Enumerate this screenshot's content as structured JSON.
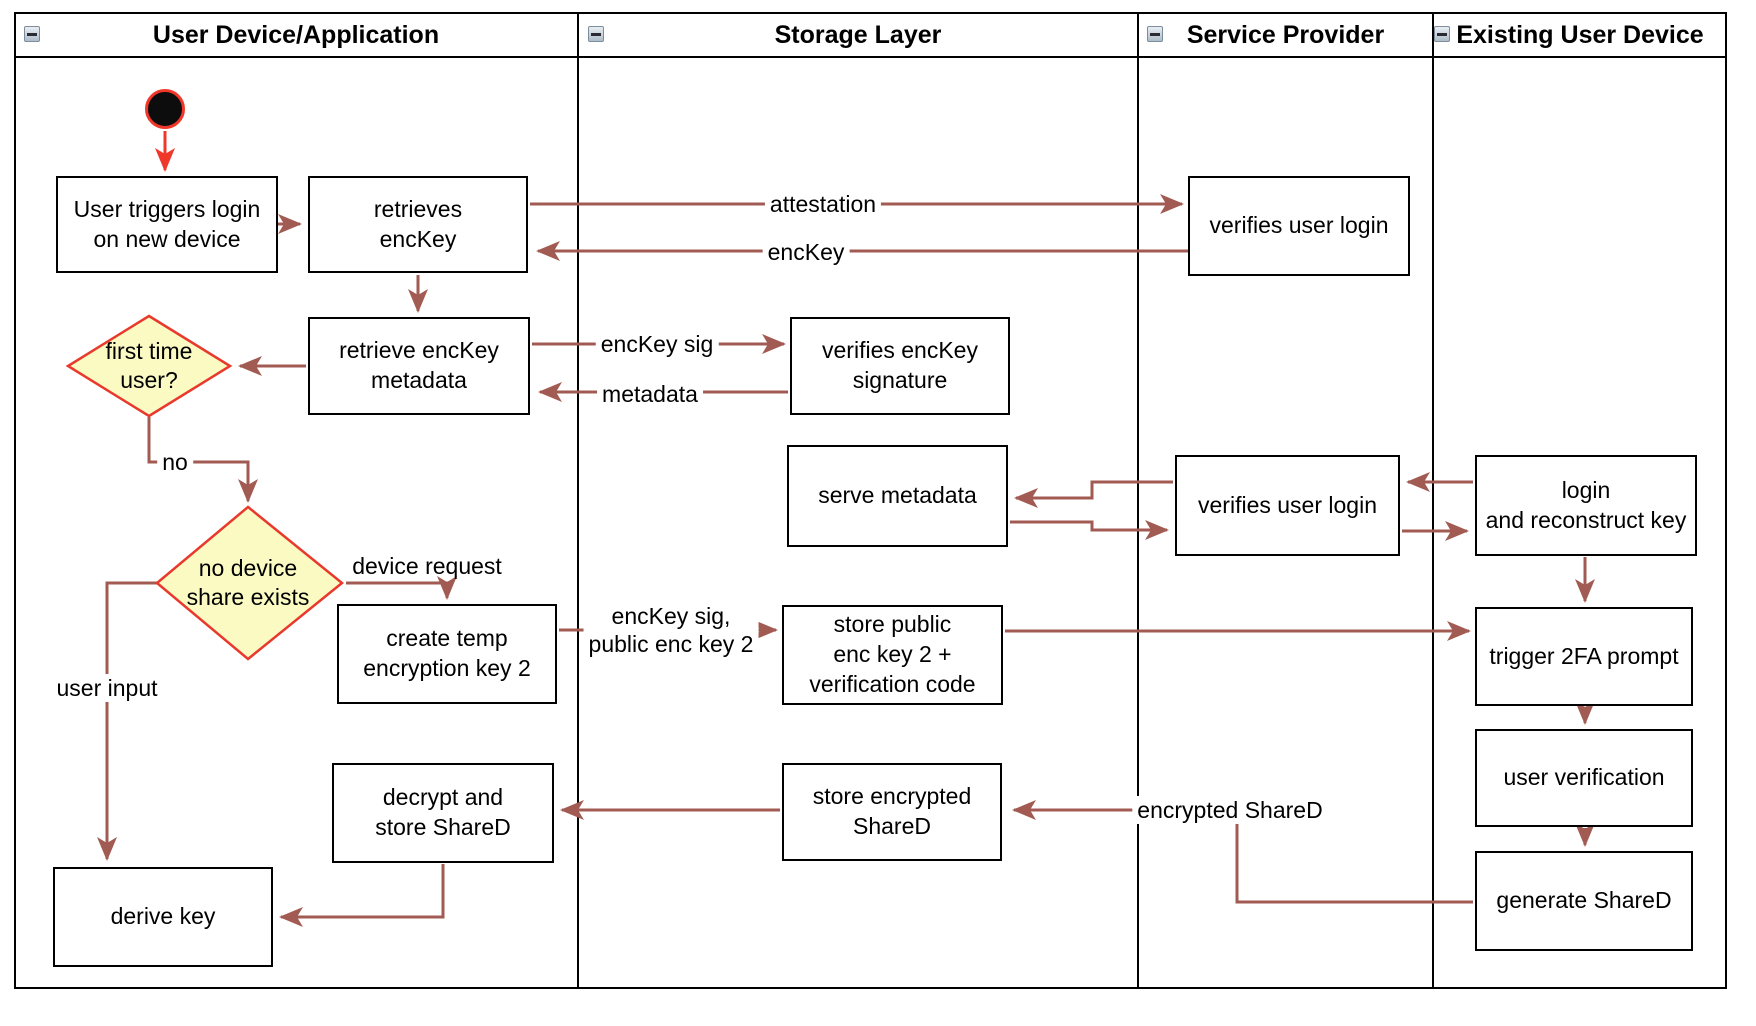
{
  "lanes": [
    {
      "title": "User Device/Application"
    },
    {
      "title": "Storage Layer"
    },
    {
      "title": "Service Provider"
    },
    {
      "title": "Existing User Device"
    }
  ],
  "icons": {
    "lane_collapse": "minus-square"
  },
  "nodes": {
    "user_triggers": {
      "label": "User triggers login\non new device"
    },
    "retrieves_enckey": {
      "label": "retrieves\nencKey"
    },
    "verifies_login_1": {
      "label": "verifies user login"
    },
    "retrieve_metadata": {
      "label": "retrieve encKey\nmetadata"
    },
    "first_time_user": {
      "label": "first time\nuser?"
    },
    "verifies_sig": {
      "label": "verifies encKey\nsignature"
    },
    "serve_metadata": {
      "label": "serve metadata"
    },
    "verifies_login_2": {
      "label": "verifies user login"
    },
    "login_reconstruct": {
      "label": "login\nand reconstruct key"
    },
    "no_device_share": {
      "label": "no device\nshare exists"
    },
    "create_temp": {
      "label": "create temp\nencryption key 2"
    },
    "store_public": {
      "label": "store public\nenc key 2 +\nverification code"
    },
    "trigger_2fa": {
      "label": "trigger 2FA prompt"
    },
    "user_verification": {
      "label": "user verification"
    },
    "generate_shared": {
      "label": "generate ShareD"
    },
    "store_encrypted": {
      "label": "store encrypted\nShareD"
    },
    "decrypt_store": {
      "label": "decrypt and\nstore ShareD"
    },
    "derive_key": {
      "label": "derive key"
    }
  },
  "edge_labels": {
    "attestation": "attestation",
    "enckey": "encKey",
    "enckey_sig": "encKey sig",
    "metadata": "metadata",
    "no": "no",
    "device_request": "device request",
    "enckey_sig_public": "encKey sig,\npublic enc key 2",
    "user_input": "user input",
    "encrypted_shared": "encrypted ShareD"
  },
  "colors": {
    "edge": "#A25B52",
    "accent_red": "#EF3829",
    "decision_fill": "#FBFAC3",
    "decision_border": "#E8392C",
    "node_border": "#000000",
    "node_fill": "#FFFFFF"
  }
}
